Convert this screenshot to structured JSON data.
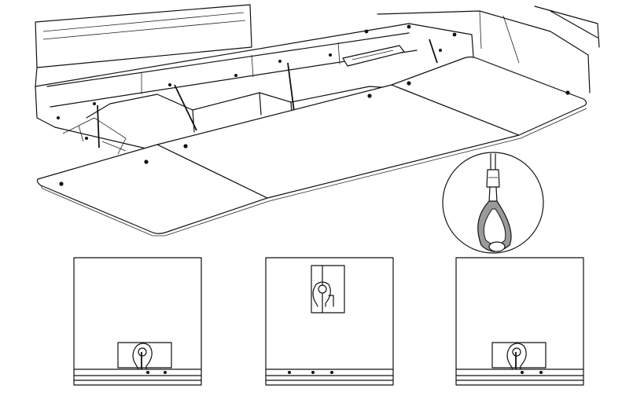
{
  "figure": {
    "kind": "technical-line-drawing",
    "colors": {
      "line": "#111111",
      "background": "#ffffff",
      "loop": "#9a9a9a"
    },
    "views": [
      "unit-underside-with-hanging-panels",
      "wire-loop-detail",
      "keyhole-bracket-left",
      "keyhole-bracket-center",
      "keyhole-bracket-right"
    ]
  }
}
